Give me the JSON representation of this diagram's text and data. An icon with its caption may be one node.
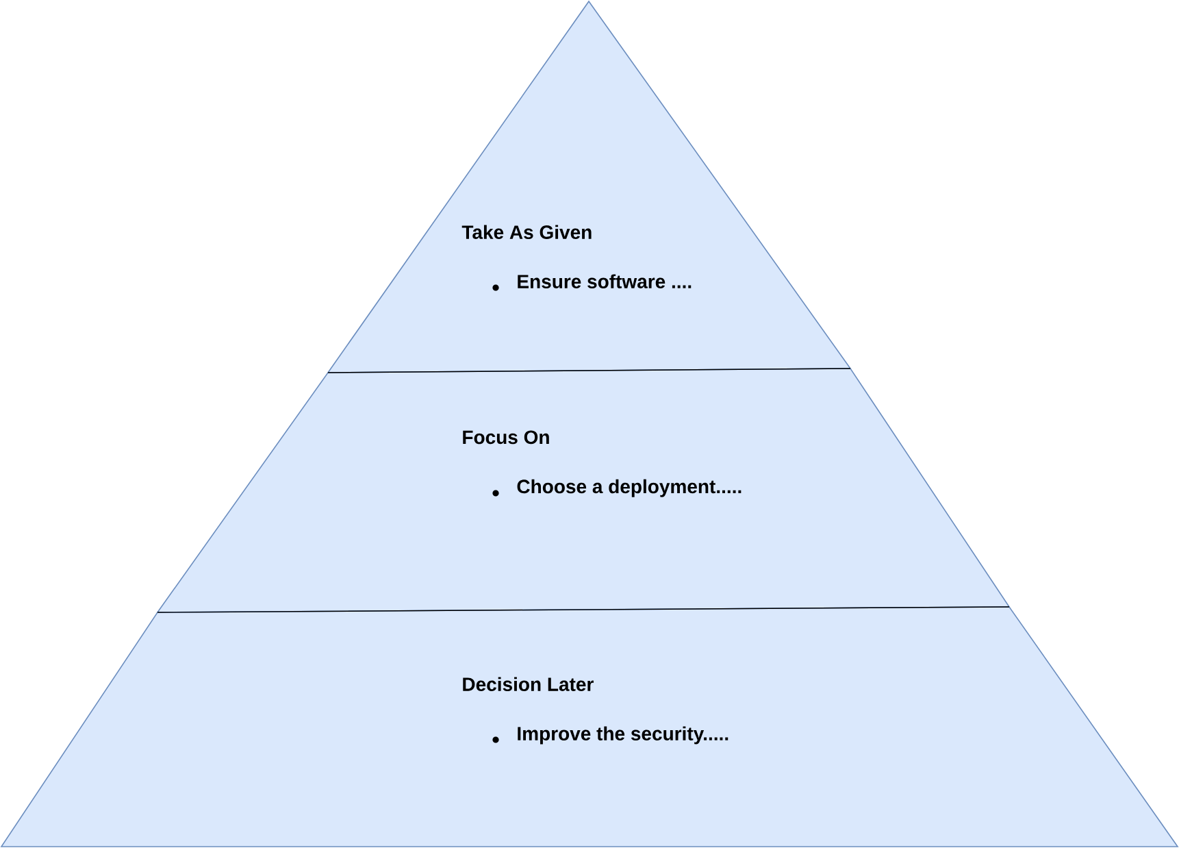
{
  "diagram": {
    "nodes": [
      {
        "text": [
          "Take As Given",
          "Ensure software ...."
        ]
      },
      {
        "text": [
          "Focus On",
          "Choose a deployment....."
        ]
      },
      {
        "text": [
          "Decision Later",
          "Improve the security....."
        ]
      }
    ]
  }
}
